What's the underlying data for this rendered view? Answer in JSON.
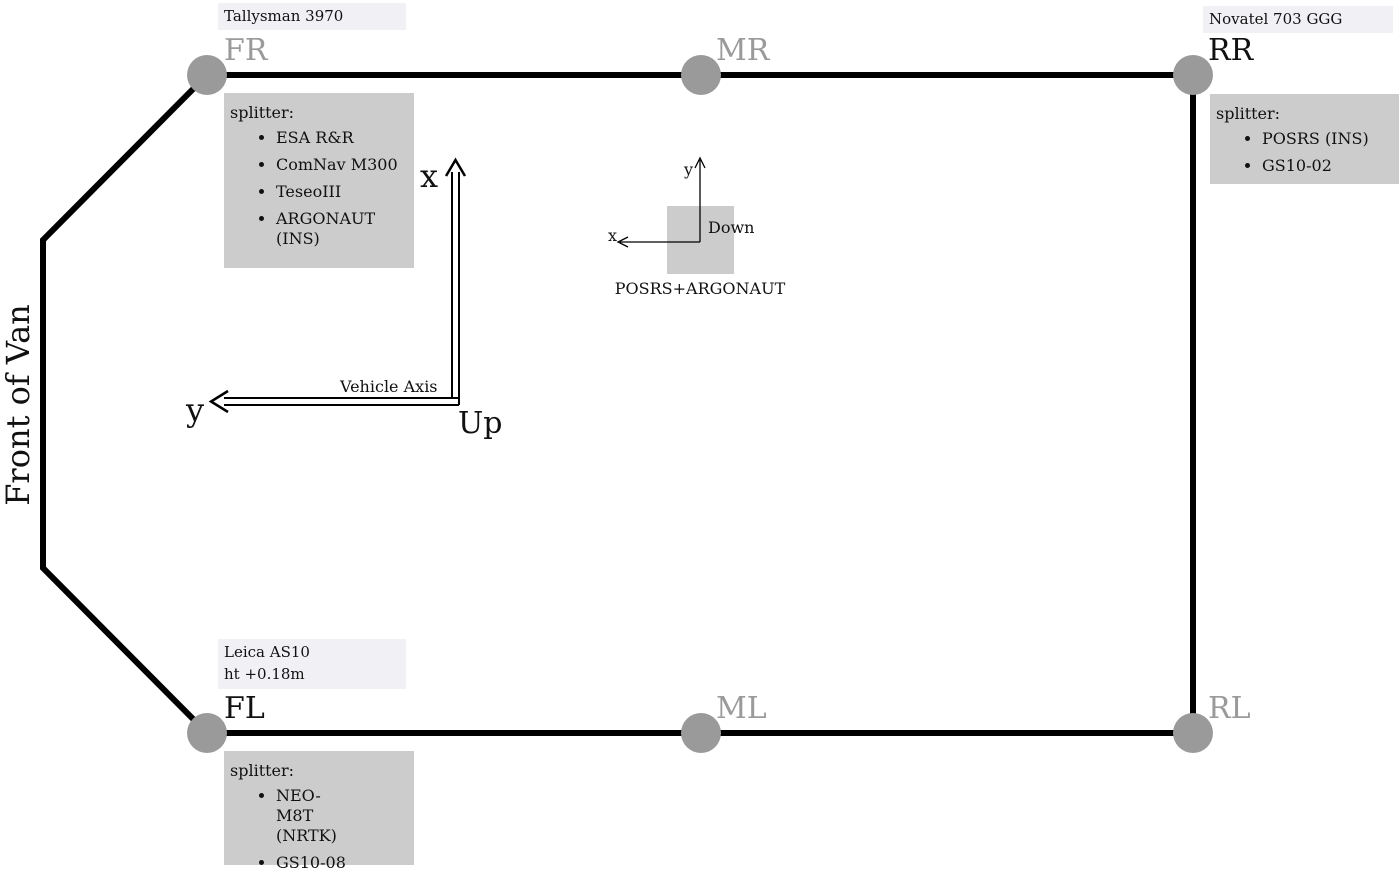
{
  "front_label": "Front of Van",
  "positions": {
    "FR": {
      "name": "FR",
      "color": "#9a9a9a"
    },
    "MR": {
      "name": "MR",
      "color": "#9a9a9a"
    },
    "RR": {
      "name": "RR",
      "color": "#111111"
    },
    "FL": {
      "name": "FL",
      "color": "#111111"
    },
    "ML": {
      "name": "ML",
      "color": "#9a9a9a"
    },
    "RL": {
      "name": "RL",
      "color": "#9a9a9a"
    }
  },
  "antenna_labels": {
    "fr": "Tallysman 3970",
    "rr": "Novatel 703 GGG",
    "fl_line1": "Leica AS10",
    "fl_line2": "ht +0.18m"
  },
  "splitters": {
    "fr": {
      "title": "splitter:",
      "items": [
        "ESA R&R",
        "ComNav M300",
        "TeseoIII",
        "ARGONAUT (INS)"
      ]
    },
    "rr": {
      "title": "splitter:",
      "items": [
        "POSRS (INS)",
        "GS10-02"
      ]
    },
    "fl": {
      "title": "splitter:",
      "items": [
        "NEO-M8T (NRTK)",
        "GS10-08"
      ]
    }
  },
  "vehicle_axis": {
    "label": "Vehicle Axis",
    "x": "x",
    "y": "y",
    "z": "Up"
  },
  "ins_axis": {
    "label": "POSRS+ARGONAUT",
    "x": "x",
    "y": "y",
    "z": "Down"
  },
  "colors": {
    "outline": "#000000",
    "antenna_marker": "#9a9a9a",
    "box_fill": "#cccccc",
    "label_fill": "#f0f0f5"
  }
}
